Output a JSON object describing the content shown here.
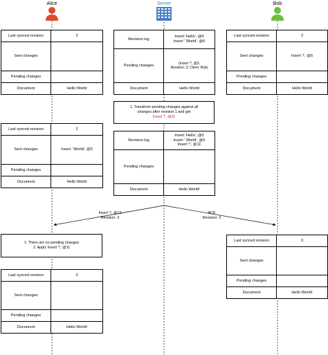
{
  "colors": {
    "alice": "#e04a2f",
    "server": "#4a7fc0",
    "bob": "#6cbf3c",
    "highlight": "#c2185b"
  },
  "actors": {
    "alice": "Alice",
    "server": "Server",
    "bob": "Bob"
  },
  "labels": {
    "last_synced": "Last synced revision",
    "sent": "Sent changes",
    "pending": "Pending changes",
    "document": "Document",
    "revision_log": "Revision log"
  },
  "alice_state1": {
    "rev": "2",
    "sent": "",
    "pending": "",
    "doc": "Hello World"
  },
  "server_state1": {
    "log": [
      "Insert 'Hello', @0",
      "Insert ' World', @5"
    ],
    "pending": [
      "(Insert '!', @5;",
      "Revision: 2; Client: Bob)"
    ],
    "doc": "Hello World"
  },
  "bob_state1": {
    "rev": "2",
    "sent": "Insert '!', @5",
    "pending": "",
    "doc": "Hello World"
  },
  "server_note": {
    "line1": "1. Transform pending changes against all",
    "line2": "changes after revision 1 and get",
    "highlight": "Insert '!', @11"
  },
  "alice_state2": {
    "rev": "2",
    "sent": "Insert ' World', @5",
    "pending": "",
    "doc": "Hello World"
  },
  "server_state2": {
    "log": [
      "Insert 'Hello', @0",
      "Insert ' World', @5",
      "Insert '!', @11"
    ],
    "pending": "",
    "doc": "Hello World!"
  },
  "arrow_alice": {
    "line1": "Insert '!', @12",
    "line2": "Revision: 3"
  },
  "arrow_bob": {
    "line1": "ACK",
    "line2": "Revision: 3"
  },
  "alice_note": {
    "line1": "1. There are no pending changes",
    "line2": "2. Apply Insert '!', @11"
  },
  "bob_state2": {
    "rev": "3",
    "sent": "",
    "pending": "",
    "doc": "Hello World!"
  },
  "alice_state3": {
    "rev": "3",
    "sent": "",
    "pending": "",
    "doc": "Hello World!"
  }
}
